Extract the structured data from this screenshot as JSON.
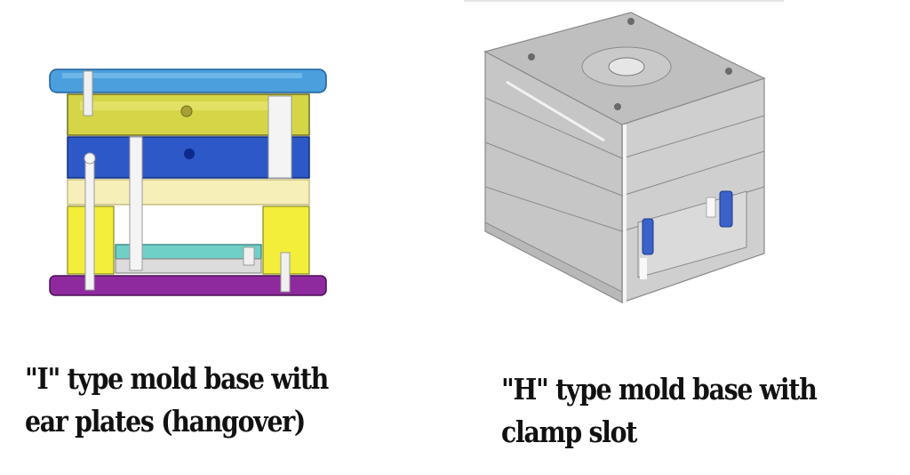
{
  "figures": [
    {
      "id": "i-type",
      "caption_lines": [
        "\"I\" type mold base with",
        "ear plates (hangover)"
      ],
      "colors": {
        "top_clamp_plate": "#4a9fdc",
        "a_plate": "#d8d84a",
        "b_plate": "#2d58c8",
        "support_plate": "#f8efb8",
        "spacer_blocks": "#f2ee3a",
        "ejector_retainer": "#6fd0c8",
        "ejector_plate": "#d9d9d9",
        "bottom_clamp_plate": "#8e2a9e"
      }
    },
    {
      "id": "h-type",
      "caption_lines": [
        "\"H\" type mold base with",
        "clamp slot"
      ],
      "colors": {
        "body": "#c8c8c8",
        "top_face": "#bdbdbd",
        "edge": "#8a8a8a",
        "guide_pins": "#3a62c8"
      }
    }
  ]
}
